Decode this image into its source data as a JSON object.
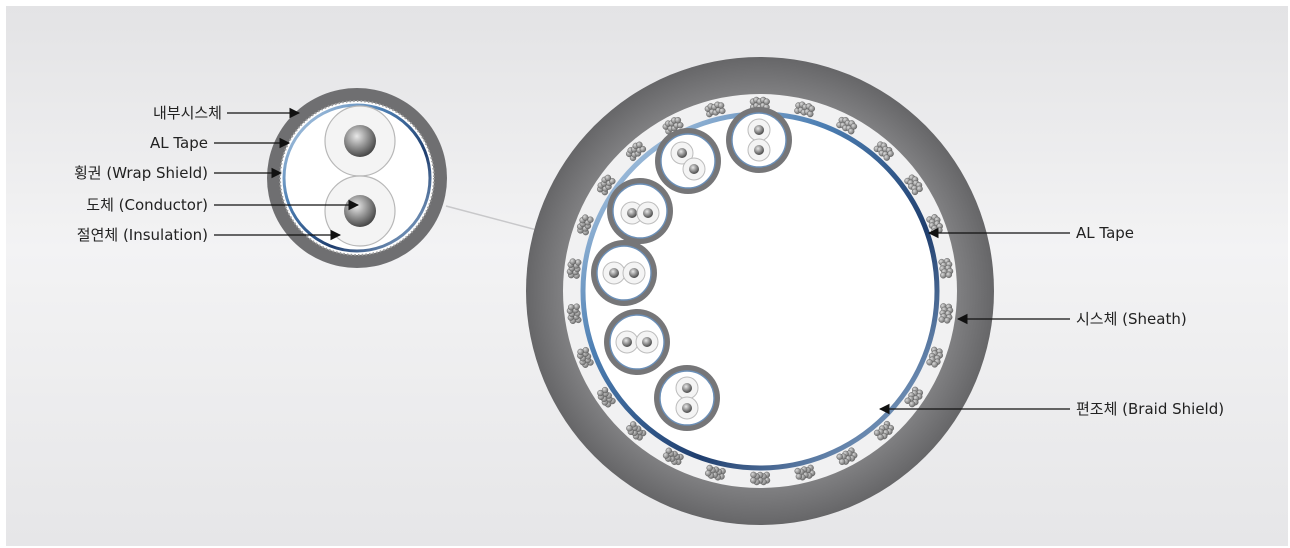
{
  "left_callouts": [
    {
      "label": "내부시스체"
    },
    {
      "label": "AL Tape"
    },
    {
      "label": "횡권 (Wrap Shield)"
    },
    {
      "label": "도체 (Conductor)"
    },
    {
      "label": "절연체 (Insulation)"
    }
  ],
  "right_callouts": [
    {
      "label": "AL Tape"
    },
    {
      "label": "시스체 (Sheath)"
    },
    {
      "label": "편조체 (Braid Shield)"
    }
  ],
  "colors": {
    "sheath": "#757577",
    "al_tape": "#2f5f8f",
    "background": "#ececee"
  }
}
